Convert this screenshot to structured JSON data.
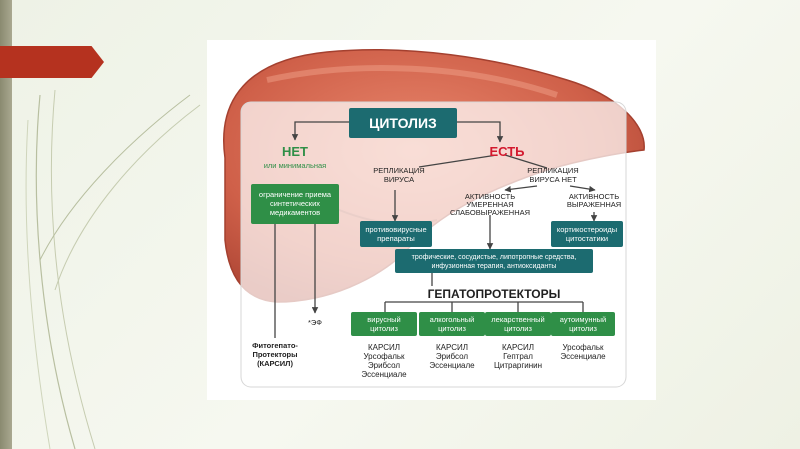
{
  "slide": {
    "accent_color": "#b5321f",
    "icons": [
      "title-arrow-shape",
      "decorative-curves",
      "liver-illustration"
    ]
  },
  "diagram": {
    "colors": {
      "teal": "#1c6b70",
      "green": "#2f8f47",
      "yes_red": "#d3192e",
      "arrow": "#444444"
    },
    "cytolysis": "ЦИТОЛИЗ",
    "no": "НЕТ",
    "no_sub": "или минимальная",
    "yes": "ЕСТЬ",
    "replication_yes": [
      "РЕПЛИКАЦИЯ",
      "ВИРУСА"
    ],
    "replication_no": [
      "РЕПЛИКАЦИЯ",
      "ВИРУСА НЕТ"
    ],
    "activity_moderate": [
      "АКТИВНОСТЬ",
      "УМЕРЕННАЯ",
      "СЛАБОВЫРАЖЕННАЯ"
    ],
    "activity_expressed": [
      "АКТИВНОСТЬ",
      "ВЫРАЖЕННАЯ"
    ],
    "limit_drugs": [
      "ограничение приема",
      "синтетических",
      "медикаментов"
    ],
    "antivirals": [
      "противовирусные",
      "препараты"
    ],
    "corticosteroids": [
      "кортикостероиды",
      "цитостатики"
    ],
    "trophic": [
      "трофические, сосудистые, липотропные средства,",
      "инфузионная терапия, антиоксиданты"
    ],
    "hepatoprotectors": "ГЕПАТОПРОТЕКТОРЫ",
    "phyto": [
      "Фитогепато-",
      "Протекторы",
      "(КАРСИЛ)"
    ],
    "ef": "*ЭФ",
    "categories": [
      {
        "title": [
          "вирусный",
          "цитолиз"
        ],
        "drugs": [
          "КАРСИЛ",
          "Урсофальк",
          "Эрибсол",
          "Эссенциале"
        ]
      },
      {
        "title": [
          "алкогольный",
          "цитолиз"
        ],
        "drugs": [
          "КАРСИЛ",
          "Эрибсол",
          "Эссенциале"
        ]
      },
      {
        "title": [
          "лекарственный",
          "цитолиз"
        ],
        "drugs": [
          "КАРСИЛ",
          "Гептрал",
          "Цитраргинин"
        ]
      },
      {
        "title": [
          "аутоимунный",
          "цитолиз"
        ],
        "drugs": [
          "Урсофальк",
          "Эссенциале"
        ]
      }
    ]
  }
}
